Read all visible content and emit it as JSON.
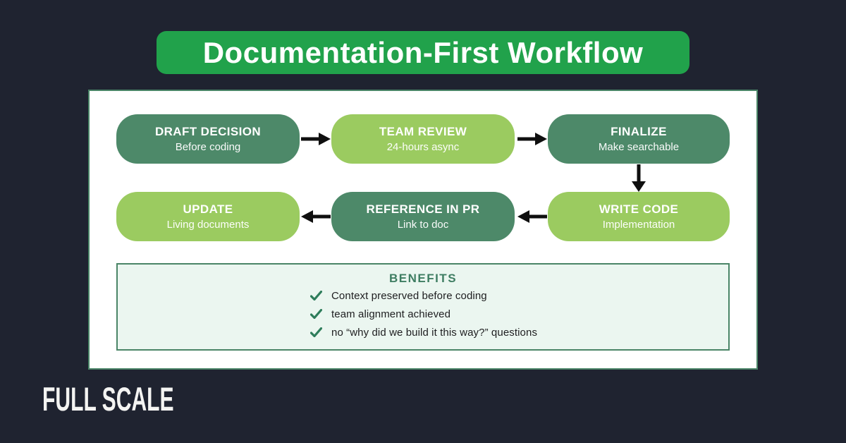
{
  "colors": {
    "background": "#1f2330",
    "banner_green": "#21a24b",
    "dark_green": "#4d8969",
    "light_green": "#9bcb60",
    "panel_border": "#4a8567",
    "benefits_bg": "#ebf6f0",
    "benefits_title": "#3e7d62",
    "check_green": "#2e7d5b",
    "arrow_black": "#0f0f0f"
  },
  "title": "Documentation-First Workflow",
  "workflow": {
    "row1": [
      {
        "title": "DRAFT DECISION",
        "subtitle": "Before coding"
      },
      {
        "title": "TEAM REVIEW",
        "subtitle": "24-hours async"
      },
      {
        "title": "FINALIZE",
        "subtitle": "Make searchable"
      }
    ],
    "row2": [
      {
        "title": "UPDATE",
        "subtitle": "Living documents"
      },
      {
        "title": "REFERENCE IN PR",
        "subtitle": "Link to doc"
      },
      {
        "title": "WRITE CODE",
        "subtitle": "Implementation"
      }
    ]
  },
  "benefits": {
    "title": "BENEFITS",
    "items": [
      "Context preserved before coding",
      "team alignment achieved",
      "no “why did we build it this way?” questions"
    ]
  },
  "logo": {
    "text": "FULL SCALE"
  }
}
